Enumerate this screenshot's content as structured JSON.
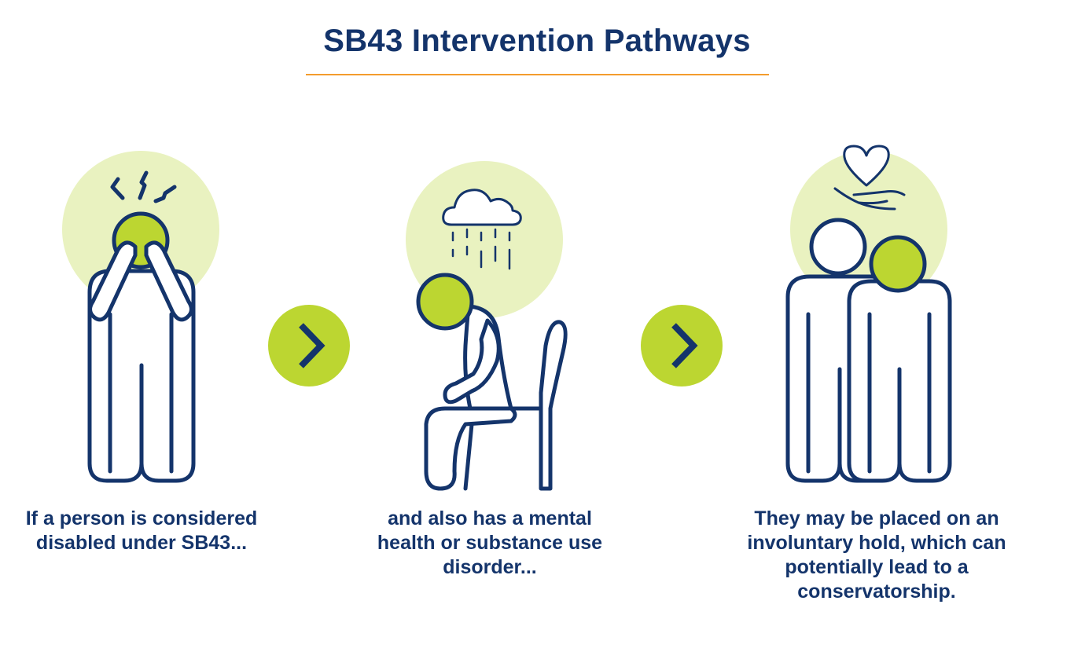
{
  "header": {
    "title": "SB43 Intervention Pathways"
  },
  "steps": [
    {
      "text": "If a person is considered disabled under SB43...",
      "icon": "distressed-person-icon"
    },
    {
      "text": "and also has a mental health or substance use disorder...",
      "icon": "sad-person-rain-cloud-icon"
    },
    {
      "text": "They may be placed on an involuntary hold, which can potentially lead to a conservatorship.",
      "icon": "supported-person-heart-hand-icon"
    }
  ],
  "arrows": [
    {
      "icon": "chevron-right-icon"
    },
    {
      "icon": "chevron-right-icon"
    }
  ],
  "colors": {
    "navy": "#14346b",
    "lime": "#bcd631",
    "pale_green": "#e9f2c0",
    "orange_rule": "#f39c2d"
  }
}
